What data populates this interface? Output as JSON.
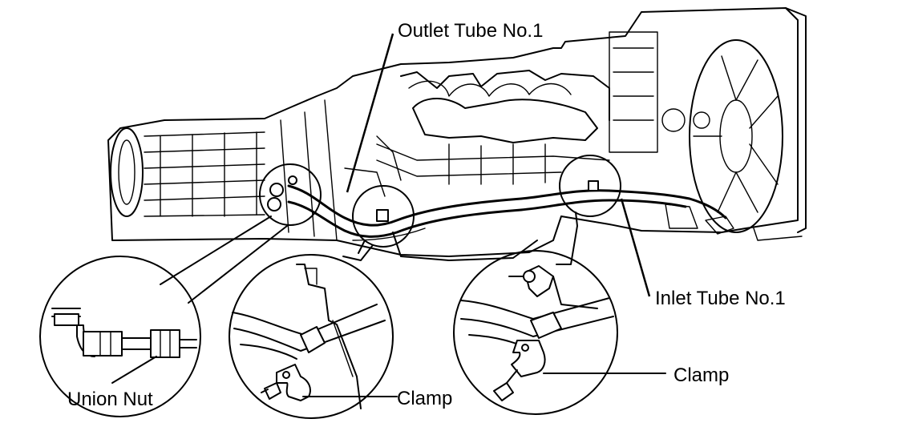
{
  "labels": {
    "outlet_tube": "Outlet Tube No.1",
    "inlet_tube": "Inlet Tube No.1",
    "union_nut": "Union Nut",
    "clamp_left": "Clamp",
    "clamp_right": "Clamp"
  },
  "icons": [
    "engine-transmission-drawing",
    "detail-circle",
    "union-nut-icon",
    "clamp-icon",
    "cooling-fan-icon"
  ],
  "colors": {
    "ink": "#000000",
    "paper": "#ffffff"
  }
}
